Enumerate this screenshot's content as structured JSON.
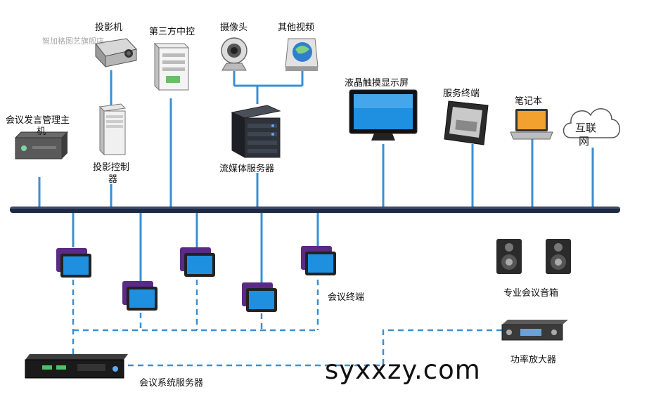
{
  "watermark": "智加格图艺旗舰店",
  "site": "syxxzy.com",
  "labels": {
    "projector": "投影机",
    "third_party": "第三方中控",
    "camera": "摄像头",
    "other_video": "其他视频",
    "host_line1": "会议发言管理主",
    "host_line2": "机",
    "proj_ctrl_line1": "投影控制",
    "proj_ctrl_line2": "器",
    "streaming": "流媒体服务器",
    "touch_display": "液晶触摸显示屏",
    "service_terminal": "服务终端",
    "laptop": "笔记本",
    "internet_line1": "互联",
    "internet_line2": "网",
    "meeting_terminal": "会议终端",
    "speakers": "专业会议音箱",
    "amplifier": "功率放大器",
    "system_server": "会议系统服务器"
  },
  "colors": {
    "bus": "#1e2a44",
    "line": "#3b8fd3",
    "dash": "#3b8fd3"
  }
}
